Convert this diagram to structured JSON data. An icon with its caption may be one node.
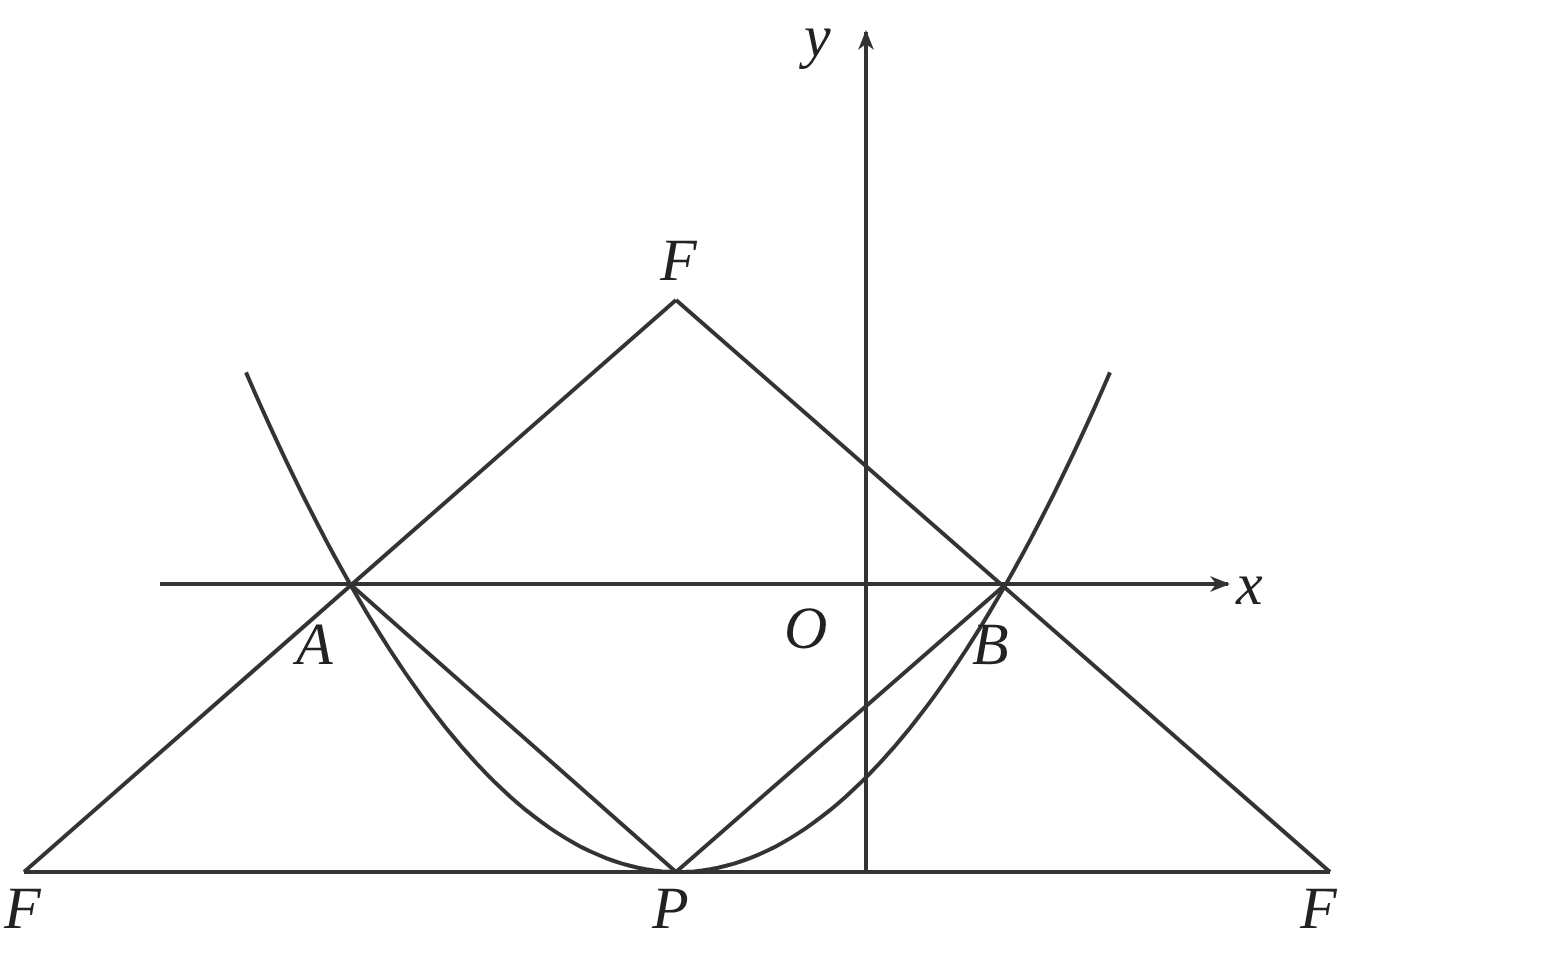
{
  "diagram": {
    "labels": [
      "y",
      "F",
      "x",
      "A",
      "O",
      "B",
      "F",
      "P",
      "F"
    ]
  }
}
